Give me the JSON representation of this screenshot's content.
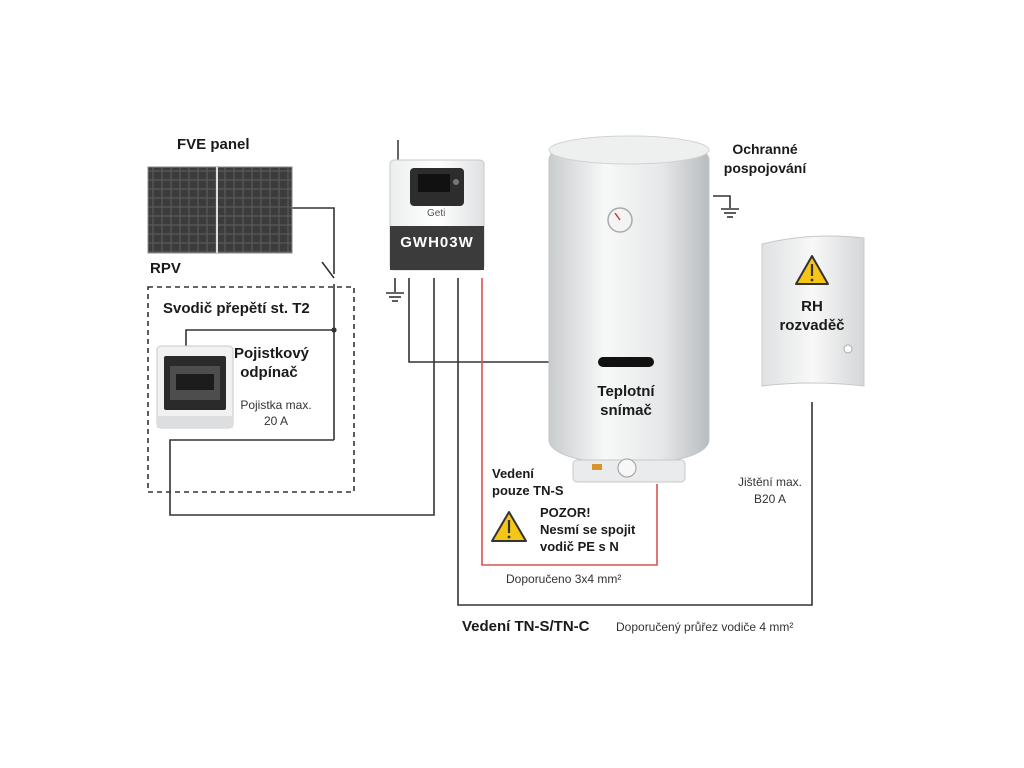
{
  "labels": {
    "fve_panel": "FVE panel",
    "rpv": "RPV",
    "svodic": "Svodič přepětí st. T2",
    "pojistkovy_l1": "Pojistkový",
    "pojistkovy_l2": "odpínač",
    "pojistka_l1": "Pojistka max.",
    "pojistka_l2": "20 A",
    "device_brand": "Geti",
    "device_model": "GWH03W",
    "ochranne_l1": "Ochranné",
    "ochranne_l2": "pospojování",
    "rh_l1": "RH",
    "rh_l2": "rozvaděč",
    "teplotni_l1": "Teplotní",
    "teplotni_l2": "snímač",
    "vedeni_tns_l1": "Vedení",
    "vedeni_tns_l2": "pouze TN-S",
    "pozor_l1": "POZOR!",
    "pozor_l2": "Nesmí se spojit",
    "pozor_l3": "vodič PE s N",
    "doporuceno": "Doporučeno 3x4 mm²",
    "jisteni_l1": "Jištění max.",
    "jisteni_l2": "B20 A",
    "vedeni_tnc": "Vedení TN-S/TN-C",
    "prurez": "Doporučený průřez vodiče 4 mm²"
  },
  "colors": {
    "wire": "#333333",
    "wire_red": "#d9534f",
    "warning_yellow": "#f5c518",
    "panel_cell": "#4a4a4a"
  },
  "icons": {
    "ground": "ground-icon",
    "warning": "warning-triangle-icon",
    "switch": "switch-icon"
  }
}
